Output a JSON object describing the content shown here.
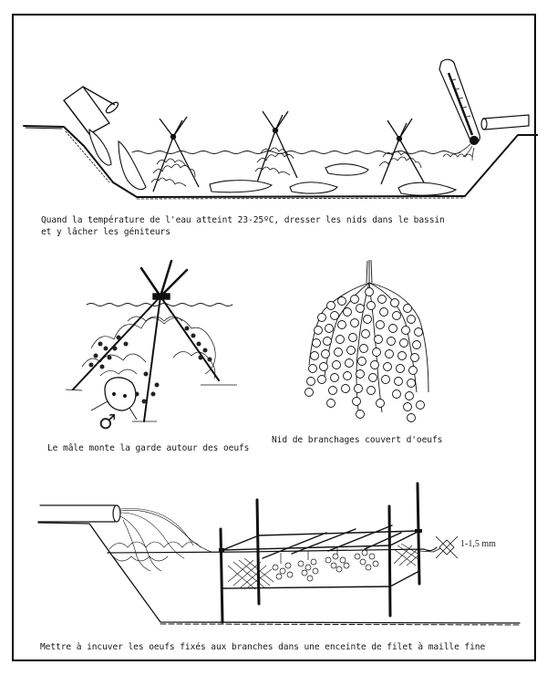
{
  "page": {
    "background": "#ffffff",
    "ink": "#111111"
  },
  "figures": [
    {
      "id": "pond-stocking",
      "caption_line1": "Quand la température de l'eau atteint 23-25ºC, dresser les nids dans le bassin",
      "caption_line2": "et y lâcher les géniteurs",
      "elements": [
        "bucket-pouring-fish",
        "pond-cross-section",
        "nest-tripod",
        "nest-tripod",
        "nest-tripod",
        "fish",
        "thermometer",
        "inlet-pipe"
      ]
    },
    {
      "id": "male-guarding",
      "caption": "Le mâle monte la garde autour des oeufs",
      "symbol": "♂",
      "elements": [
        "nest-tripod-closeup",
        "catfish-head",
        "male-symbol"
      ]
    },
    {
      "id": "egg-nest",
      "caption": "Nid de branchages couvert d'oeufs",
      "elements": [
        "branch-bundle-with-eggs"
      ]
    },
    {
      "id": "incubation-enclosure",
      "caption": "Mettre à incuver les oeufs fixés aux branches dans une enceinte de filet à maille fine",
      "mesh_label": "1-1,5 mm",
      "elements": [
        "inlet-pipe",
        "pond-slope",
        "net-enclosure",
        "egg-bundles",
        "mesh-detail"
      ]
    }
  ]
}
